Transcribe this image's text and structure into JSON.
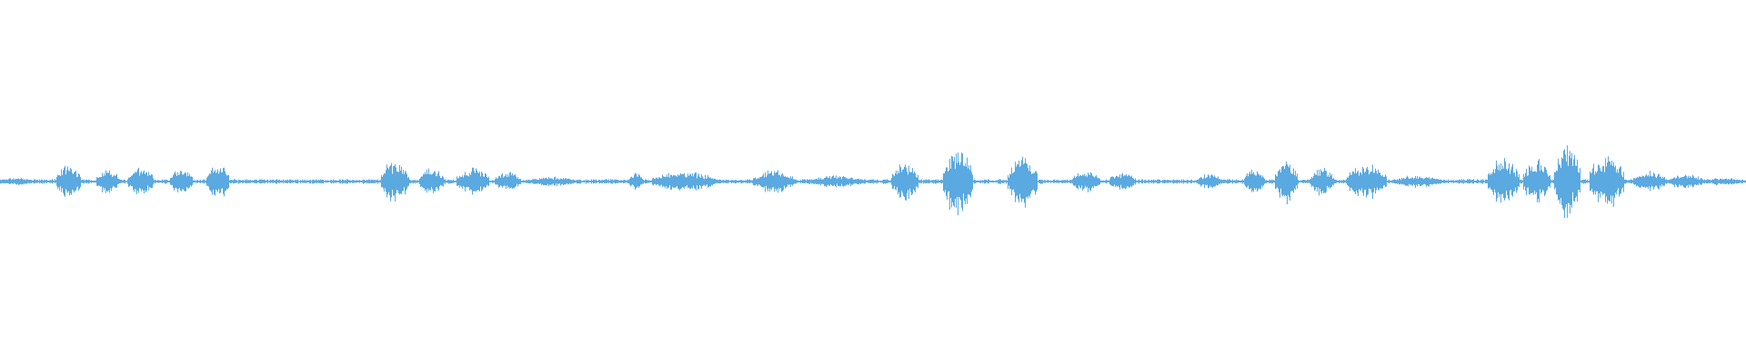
{
  "waveform": {
    "color": "#5aa9e0",
    "background": "#ffffff",
    "duration_fraction_note": "",
    "baseline_amplitude": 0.004,
    "segments": [
      {
        "start": 0.0,
        "end": 0.018,
        "peak": 0.01
      },
      {
        "start": 0.032,
        "end": 0.046,
        "peak": 0.045
      },
      {
        "start": 0.055,
        "end": 0.068,
        "peak": 0.035
      },
      {
        "start": 0.073,
        "end": 0.088,
        "peak": 0.035
      },
      {
        "start": 0.097,
        "end": 0.11,
        "peak": 0.035
      },
      {
        "start": 0.118,
        "end": 0.131,
        "peak": 0.045
      },
      {
        "start": 0.218,
        "end": 0.234,
        "peak": 0.055
      },
      {
        "start": 0.24,
        "end": 0.254,
        "peak": 0.035
      },
      {
        "start": 0.261,
        "end": 0.28,
        "peak": 0.035
      },
      {
        "start": 0.283,
        "end": 0.298,
        "peak": 0.025
      },
      {
        "start": 0.303,
        "end": 0.33,
        "peak": 0.012
      },
      {
        "start": 0.36,
        "end": 0.368,
        "peak": 0.022
      },
      {
        "start": 0.373,
        "end": 0.41,
        "peak": 0.025
      },
      {
        "start": 0.431,
        "end": 0.455,
        "peak": 0.03
      },
      {
        "start": 0.462,
        "end": 0.495,
        "peak": 0.015
      },
      {
        "start": 0.51,
        "end": 0.526,
        "peak": 0.05
      },
      {
        "start": 0.54,
        "end": 0.557,
        "peak": 0.09
      },
      {
        "start": 0.577,
        "end": 0.594,
        "peak": 0.065
      },
      {
        "start": 0.614,
        "end": 0.63,
        "peak": 0.03
      },
      {
        "start": 0.635,
        "end": 0.65,
        "peak": 0.025
      },
      {
        "start": 0.686,
        "end": 0.7,
        "peak": 0.022
      },
      {
        "start": 0.712,
        "end": 0.724,
        "peak": 0.03
      },
      {
        "start": 0.73,
        "end": 0.743,
        "peak": 0.055
      },
      {
        "start": 0.75,
        "end": 0.764,
        "peak": 0.035
      },
      {
        "start": 0.771,
        "end": 0.794,
        "peak": 0.045
      },
      {
        "start": 0.797,
        "end": 0.826,
        "peak": 0.015
      },
      {
        "start": 0.852,
        "end": 0.87,
        "peak": 0.06
      },
      {
        "start": 0.872,
        "end": 0.888,
        "peak": 0.055
      },
      {
        "start": 0.89,
        "end": 0.905,
        "peak": 0.09
      },
      {
        "start": 0.91,
        "end": 0.93,
        "peak": 0.07
      },
      {
        "start": 0.935,
        "end": 0.955,
        "peak": 0.025
      },
      {
        "start": 0.955,
        "end": 0.975,
        "peak": 0.02
      },
      {
        "start": 0.975,
        "end": 1.0,
        "peak": 0.01
      }
    ]
  }
}
